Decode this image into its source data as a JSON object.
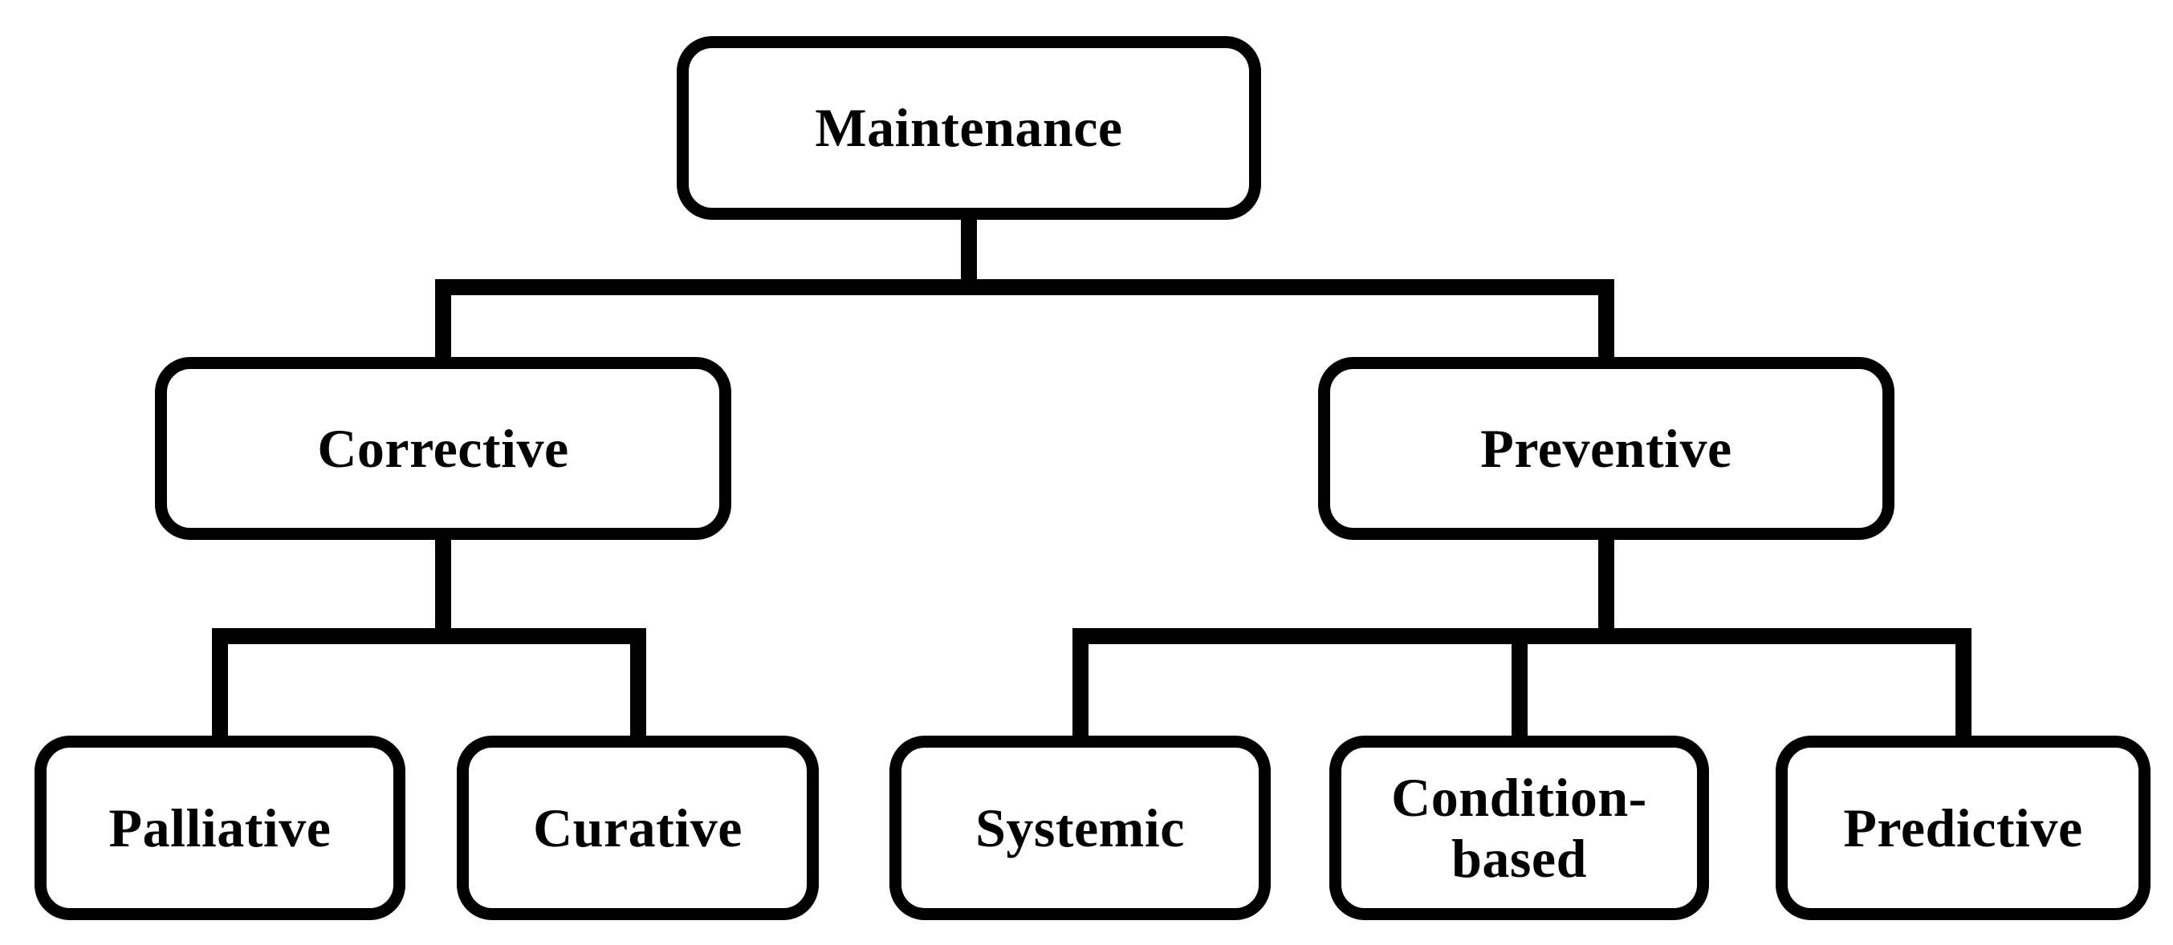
{
  "figure": {
    "type": "hierarchy-tree-diagram",
    "background_color": "#ffffff",
    "box_fill_color": "#ffffff",
    "box_border_color": "#000000",
    "connector_color": "#000000",
    "text_color": "#000000"
  },
  "nodes": {
    "maintenance": {
      "label": "Maintenance"
    },
    "corrective": {
      "label": "Corrective"
    },
    "preventive": {
      "label": "Preventive"
    },
    "palliative": {
      "label": "Palliative"
    },
    "curative": {
      "label": "Curative"
    },
    "systemic": {
      "label": "Systemic"
    },
    "condition_based": {
      "label": "Condition-based"
    },
    "predictive": {
      "label": "Predictive"
    }
  },
  "tree": {
    "root": "Maintenance",
    "edges": [
      {
        "from": "Maintenance",
        "to": "Corrective"
      },
      {
        "from": "Maintenance",
        "to": "Preventive"
      },
      {
        "from": "Corrective",
        "to": "Palliative"
      },
      {
        "from": "Corrective",
        "to": "Curative"
      },
      {
        "from": "Preventive",
        "to": "Systemic"
      },
      {
        "from": "Preventive",
        "to": "Condition-based"
      },
      {
        "from": "Preventive",
        "to": "Predictive"
      }
    ]
  }
}
